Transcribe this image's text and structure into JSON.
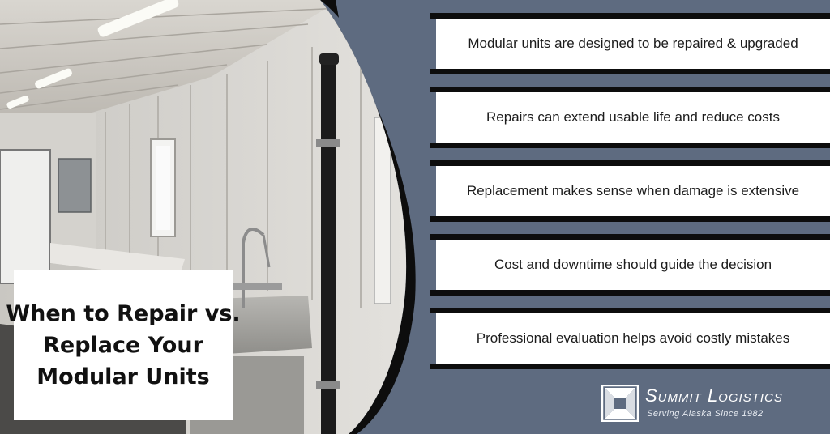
{
  "title": {
    "line1": "When to Repair vs.",
    "line2": "Replace Your",
    "line3": "Modular Units"
  },
  "bullets": [
    "Modular units are designed to be repaired & upgraded",
    "Repairs can extend usable life and reduce costs",
    "Replacement makes sense when damage is extensive",
    "Cost and downtime should guide the decision",
    "Professional evaluation helps avoid costly mistakes"
  ],
  "brand": {
    "name": "Summit Logistics",
    "tagline": "Serving Alaska Since 1982",
    "logo_icon": "summit-logo-icon"
  },
  "photo": {
    "subject": "container-interior-photo"
  },
  "colors": {
    "background": "#5e6b80",
    "bar": "#0d0d0d",
    "card": "#ffffff"
  }
}
